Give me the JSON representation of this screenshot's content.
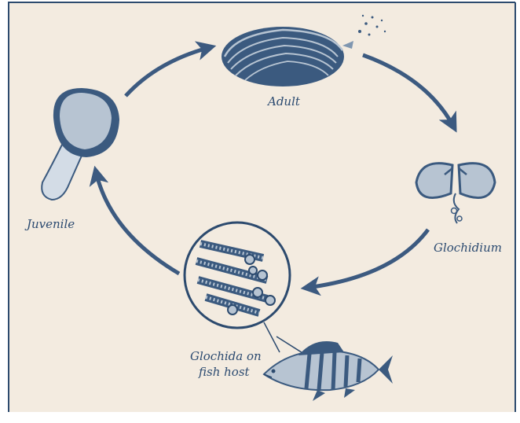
{
  "labels": {
    "adult": "Adult",
    "glochidium": "Glochidium",
    "glochida_on_fish_host_line1": "Glochida on",
    "glochida_on_fish_host_line2": "fish host",
    "juvenile": "Juvenile"
  },
  "colors": {
    "background": "#f3ebe0",
    "frame": "#2c4a6e",
    "ink": "#2b4a70",
    "arrow": "#3c5a80",
    "illustration_dark": "#3b5a7f",
    "illustration_light": "#b7c4d2"
  },
  "icons": [
    "adult-mussel-icon",
    "glochidium-larva-icon",
    "glochida-magnified-circle-icon",
    "fish-host-icon",
    "juvenile-mussel-icon"
  ]
}
